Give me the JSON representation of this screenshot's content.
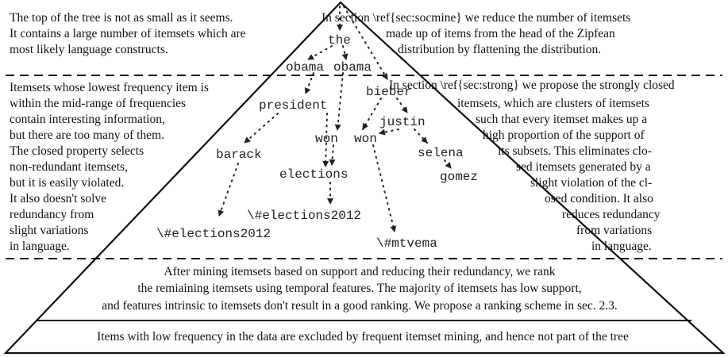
{
  "diagram": {
    "top_left_notes": [
      "The top of the tree is not as small as it seems.",
      "It contains a large number of itemsets which are",
      "most likely language constructs."
    ],
    "top_right_notes": [
      "In section \\ref{sec:socmine} we reduce the number of itemsets",
      "made up of items from the head of the Zipfean",
      "distribution by flattening the distribution."
    ],
    "middle_left_notes": [
      "Itemsets whose lowest frequency item is",
      "within the mid-range of frequencies",
      "contain interesting information,",
      "but there are too many of them.",
      "The closed property selects",
      "non-redundant itemsets,",
      "but it is easily violated.",
      "It also doesn't solve",
      "redundancy from",
      "slight variations",
      "in language."
    ],
    "middle_right_notes": [
      "In section \\ref{sec:strong} we propose the strongly closed",
      "itemsets, which are clusters of itemsets",
      "such that every itemset makes up a",
      "high proportion of the support of",
      "its subsets. This eliminates clo-",
      "sed itemsets generated by a",
      "slight violation of the cl-",
      "osed condition. It also",
      "reduces redundancy",
      "from variations",
      "in language."
    ],
    "lower_notes": [
      "After mining itemsets based on support and reducing their redundancy, we rank",
      "the remiaining itemsets using temporal features. The majority of itemsets has low support,",
      "and features intrinsic to itemsets don't result in a good ranking. We propose a ranking scheme in sec. 2.3."
    ],
    "bottom_note": "Items with low frequency in the data are excluded by frequent itemset mining, and hence not part of the tree",
    "tree_nodes": {
      "the": "the",
      "obama_left": "obama",
      "obama_right": "obama",
      "president": "president",
      "bieber": "bieber",
      "justin": "justin",
      "barack": "barack",
      "won_left": "won",
      "won_right": "won",
      "selena": "selena",
      "elections": "elections",
      "gomez": "gomez",
      "hashtag_elections_right": "\\#elections2012",
      "hashtag_elections_left": "\\#elections2012",
      "hashtag_mtvema": "\\#mtvema"
    }
  }
}
